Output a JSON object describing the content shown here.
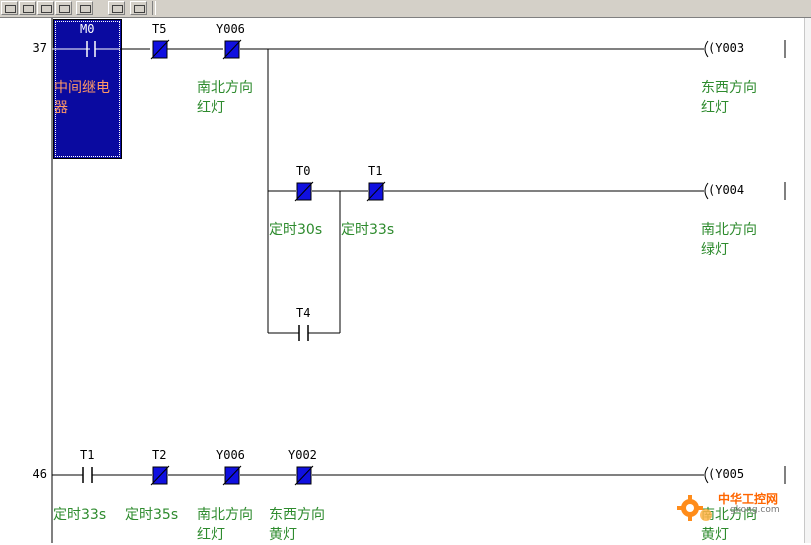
{
  "rungs": [
    {
      "step": "37",
      "main_contacts": [
        {
          "type": "NO",
          "device": "M0",
          "comment": "中间继电\n器",
          "selected": true
        },
        {
          "type": "NC",
          "device": "T5",
          "comment": ""
        },
        {
          "type": "NC",
          "device": "Y006",
          "comment": "南北方向\n红灯"
        }
      ],
      "coil": {
        "device": "Y003",
        "comment": "东西方向\n红灯"
      },
      "branch": {
        "contacts": [
          {
            "type": "NC",
            "device": "T0",
            "comment": "定时30s"
          },
          {
            "type": "NC",
            "device": "T1",
            "comment": "定时33s"
          }
        ],
        "parallel_contact": {
          "type": "NO",
          "device": "T4"
        },
        "coil": {
          "device": "Y004",
          "comment": "南北方向\n绿灯"
        }
      }
    },
    {
      "step": "46",
      "main_contacts": [
        {
          "type": "NO",
          "device": "T1",
          "comment": "定时33s"
        },
        {
          "type": "NC",
          "device": "T2",
          "comment": "定时35s"
        },
        {
          "type": "NC",
          "device": "Y006",
          "comment": "南北方向\n红灯"
        },
        {
          "type": "NC",
          "device": "Y002",
          "comment": "东西方向\n黄灯"
        }
      ],
      "coil": {
        "device": "Y005",
        "comment": "南北方向\n黄灯"
      }
    }
  ],
  "watermark": {
    "text": "中华工控网",
    "sub": "gkong.com"
  },
  "colors": {
    "contact_fill": "#1010e0",
    "selection": "#0a0aa0",
    "comment": "#2e8b2e",
    "comment_selected": "#ff9966"
  }
}
